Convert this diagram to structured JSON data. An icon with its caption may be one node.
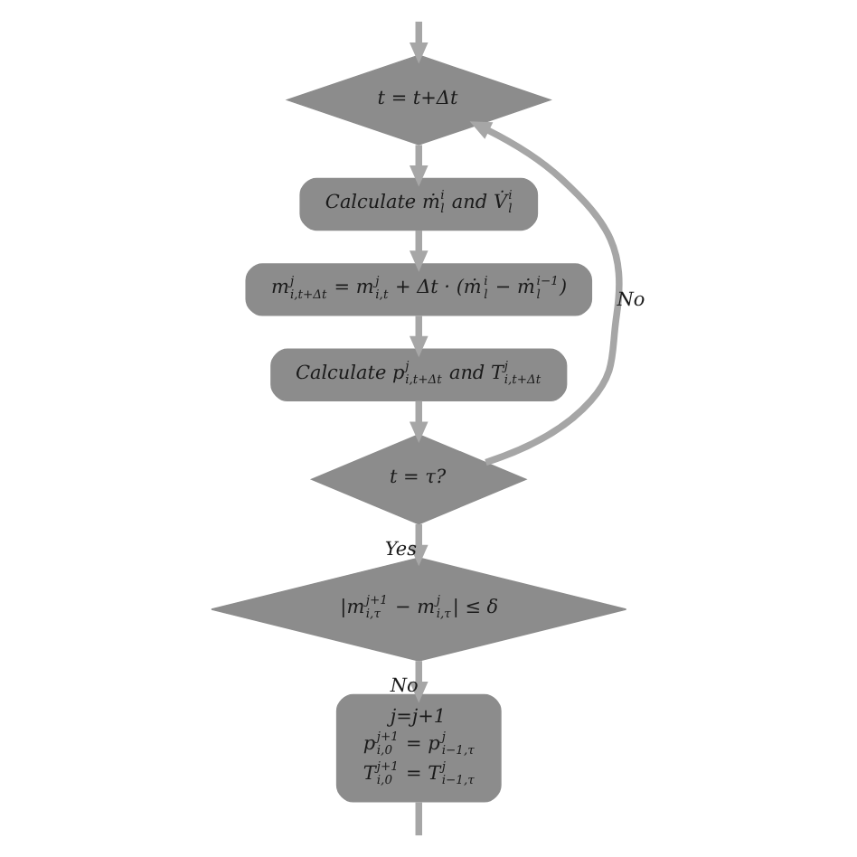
{
  "diagram": {
    "nodes": [
      {
        "text": [
          "t = t+Δt"
        ]
      },
      {
        "text": [
          "Calculate ṁ$^{i}$$_{l}$ and V̇$^{i}$$_{l}$"
        ]
      },
      {
        "text": [
          "m$^{j}$$_{i,t+Δt}$ = m$^{j}$$_{i,t}$ + Δt · (ṁ$^{i}$$_{l}$ − ṁ$^{i−1}$$_{l}$)"
        ]
      },
      {
        "text": [
          "Calculate p$^{j}$$_{i,t+Δt}$ and T$^{j}$$_{i,t+Δt}$"
        ]
      },
      {
        "text": [
          "t = τ?"
        ]
      },
      {
        "text": [
          "|m$^{j+1}$$_{i,τ}$ − m$^{j}$$_{i,τ}$| ≤ δ"
        ]
      },
      {
        "text": [
          "j=j+1",
          "p$^{j+1}$$_{i,0}$ = p$^{j}$$_{i−1,τ}$",
          "T$^{j+1}$$_{i,0}$ = T$^{j}$$_{i−1,τ}$"
        ]
      }
    ],
    "edges": [
      {
        "from": null,
        "to": 0,
        "arrow": "to"
      },
      {
        "from": 0,
        "to": 1,
        "arrow": "to"
      },
      {
        "from": 1,
        "to": 2,
        "arrow": "to"
      },
      {
        "from": 2,
        "to": 3,
        "arrow": "to"
      },
      {
        "from": 3,
        "to": 4,
        "arrow": "to"
      },
      {
        "from": 4,
        "to": 0,
        "arrow": "to",
        "label": "No"
      },
      {
        "from": 4,
        "to": 5,
        "arrow": "to",
        "label": "Yes"
      },
      {
        "from": 5,
        "to": 6,
        "arrow": "to",
        "label": "No"
      },
      {
        "from": 6,
        "to": null,
        "arrow": "none"
      }
    ]
  }
}
